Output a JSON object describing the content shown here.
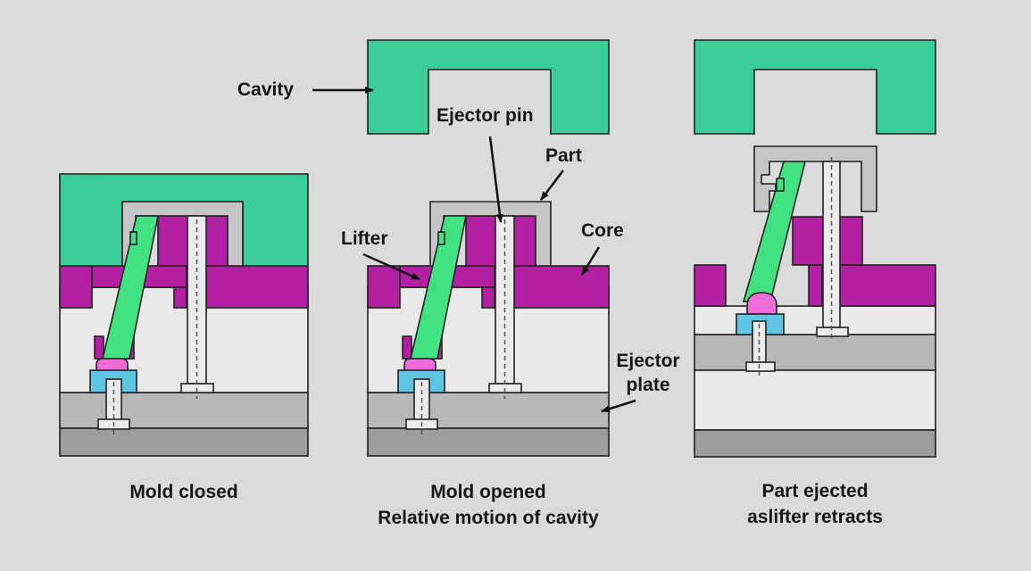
{
  "labels": {
    "cavity": "Cavity",
    "ejector_pin": "Ejector pin",
    "part": "Part",
    "lifter": "Lifter",
    "core": "Core",
    "ejector_plate": "Ejector\nplate"
  },
  "captions": {
    "panel1": "Mold closed",
    "panel2": "Mold opened\nRelative motion of cavity",
    "panel3": "Part ejected\naslifter retracts"
  },
  "colors": {
    "background": "#dbdbdb",
    "cavity_green": "#3bcd97",
    "lifter_green": "#42e283",
    "core_magenta": "#b320a4",
    "part_gray": "#c5c5c7",
    "support_gray": "#e9e9e9",
    "ejector_plate_gray": "#b7b7b7",
    "bottom_plate_gray": "#9d9d9d",
    "pin_gray": "#ebebeb",
    "slide_cyan": "#5ec5e2",
    "foot_pink": "#f16bd8",
    "outline": "#222222",
    "dashed": "#555555",
    "arrow": "#111111",
    "label": "#161616"
  }
}
